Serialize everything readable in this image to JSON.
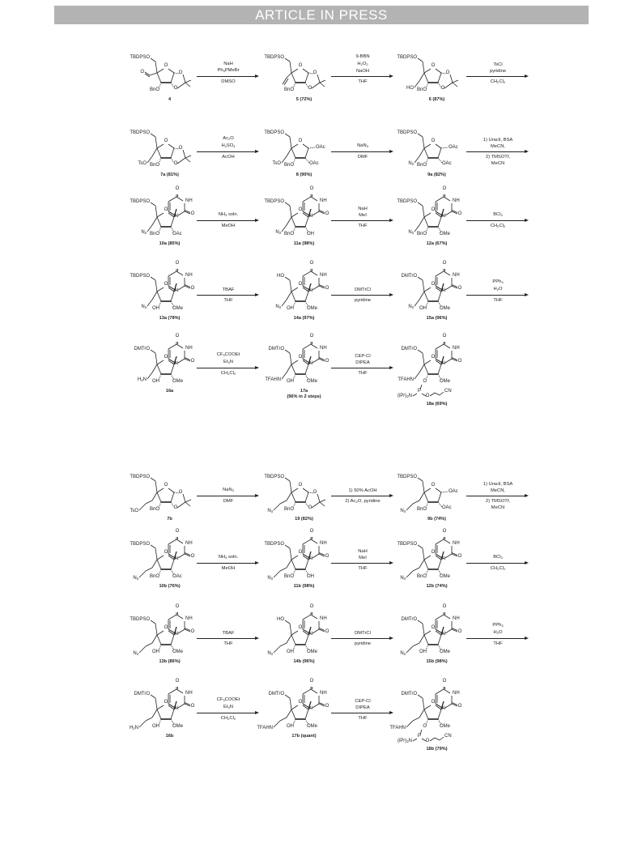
{
  "header": {
    "banner": "ARTICLE IN PRESS"
  },
  "scheme_a": {
    "rows": [
      {
        "compounds": [
          {
            "name": "4",
            "protect": "TBDPSO",
            "top": "O",
            "ring_left": "BnO",
            "sugar": "acetonide",
            "side": "aldehyde"
          },
          {
            "name": "5 (72%)",
            "protect": "TBDPSO",
            "ring_left": "BnO",
            "sugar": "acetonide",
            "side": "vinyl"
          },
          {
            "name": "6 (87%)",
            "protect": "TBDPSO",
            "side_label": "HO",
            "ring_left": "BnO",
            "sugar": "acetonide",
            "side": "ethyl"
          }
        ],
        "arrows": [
          {
            "above": [
              "NaH",
              "Ph3PMeBr"
            ],
            "below": [
              "DMSO"
            ]
          },
          {
            "above": [
              "9-BBN",
              "H2O2",
              "NaOH"
            ],
            "below": [
              "THF"
            ]
          },
          {
            "above": [
              "TsCl",
              "pyridine"
            ],
            "below": [
              "CH2Cl2"
            ]
          }
        ]
      },
      {
        "compounds": [
          {
            "name": "7a (81%)",
            "protect": "TBDPSO",
            "side_label": "TsO",
            "ring_left": "BnO",
            "sugar": "acetonide",
            "side": "ethyl"
          },
          {
            "name": "8 (90%)",
            "protect": "TBDPSO",
            "side_label": "TsO",
            "ring_left": "BnO",
            "sugar": "diacetate",
            "side": "ethyl",
            "oac1": "OAc",
            "oac2": "OAc"
          },
          {
            "name": "9a (82%)",
            "protect": "TBDPSO",
            "side_label": "N3",
            "ring_left": "BnO",
            "sugar": "diacetate",
            "side": "ethyl",
            "oac1": "OAc",
            "oac2": "OAc"
          }
        ],
        "arrows": [
          {
            "above": [
              "Ac2O",
              "H2SO4"
            ],
            "below": [
              "AcOH"
            ]
          },
          {
            "above": [
              "NaN3"
            ],
            "below": [
              "DMF"
            ]
          },
          {
            "above": [
              "1) Uracil, BSA",
              "MeCN,"
            ],
            "below": [
              "2) TMSOTf,",
              "MeCN"
            ]
          }
        ]
      },
      {
        "compounds": [
          {
            "name": "10a (85%)",
            "protect": "TBDPSO",
            "side_label": "N3",
            "ring_left": "BnO",
            "sugar": "uracil",
            "side": "ethyl",
            "ring_right": "OAc"
          },
          {
            "name": "11a (98%)",
            "protect": "TBDPSO",
            "side_label": "N3",
            "ring_left": "BnO",
            "sugar": "uracil",
            "side": "ethyl",
            "ring_right": "OH"
          },
          {
            "name": "12a (67%)",
            "protect": "TBDPSO",
            "side_label": "N3",
            "ring_left": "BnO",
            "sugar": "uracil",
            "side": "ethyl",
            "ring_right": "OMe"
          }
        ],
        "arrows": [
          {
            "above": [
              "NH3 soln."
            ],
            "below": [
              "MeOH"
            ]
          },
          {
            "above": [
              "NaH",
              "MeI"
            ],
            "below": [
              "THF"
            ]
          },
          {
            "above": [
              "BCl3"
            ],
            "below": [
              "CH2Cl2"
            ]
          }
        ]
      },
      {
        "compounds": [
          {
            "name": "13a (78%)",
            "protect": "TBDPSO",
            "side_label": "N3",
            "ring_left": "OH",
            "sugar": "uracil",
            "side": "ethyl",
            "ring_right": "OMe"
          },
          {
            "name": "14a (97%)",
            "protect": "HO",
            "side_label": "N3",
            "ring_left": "OH",
            "sugar": "uracil",
            "side": "ethyl",
            "ring_right": "OMe"
          },
          {
            "name": "15a (96%)",
            "protect": "DMTrO",
            "side_label": "N3",
            "ring_left": "OH",
            "sugar": "uracil",
            "side": "ethyl",
            "ring_right": "OMe"
          }
        ],
        "arrows": [
          {
            "above": [
              "TBAF"
            ],
            "below": [
              "THF"
            ]
          },
          {
            "above": [
              "DMTrCl"
            ],
            "below": [
              "pyridine"
            ]
          },
          {
            "above": [
              "PPh3",
              "H2O"
            ],
            "below": [
              "THF"
            ]
          }
        ]
      },
      {
        "compounds": [
          {
            "name": "16a",
            "protect": "DMTrO",
            "side_label": "H2N",
            "ring_left": "OH",
            "sugar": "uracil",
            "side": "ethyl",
            "ring_right": "OMe"
          },
          {
            "name": "17a",
            "subname": "(96% in  2 steps)",
            "protect": "DMTrO",
            "side_label": "TFAHN",
            "ring_left": "OH",
            "sugar": "uracil",
            "side": "ethyl",
            "ring_right": "OMe"
          },
          {
            "name": "18a (69%)",
            "protect": "DMTrO",
            "side_label": "TFAHN",
            "ring_left": "O",
            "sugar": "uracil",
            "side": "ethyl",
            "ring_right": "OMe",
            "phos": "P",
            "phos_left": "(iPr)2N",
            "phos_right": "O",
            "cn": "CN"
          }
        ],
        "arrows": [
          {
            "above": [
              "CF3COOEt",
              "Et3N"
            ],
            "below": [
              "CH2Cl2"
            ]
          },
          {
            "above": [
              "CEP-Cl",
              "DIPEA"
            ],
            "below": [
              "THF"
            ]
          }
        ]
      }
    ]
  },
  "scheme_b": {
    "rows": [
      {
        "compounds": [
          {
            "name": "7b",
            "protect": "TBDPSO",
            "side_label": "TsO",
            "ring_left": "BnO",
            "sugar": "acetonide",
            "side": "propyl"
          },
          {
            "name": "19 (82%)",
            "protect": "TBDPSO",
            "side_label": "N3",
            "ring_left": "BnO",
            "sugar": "acetonide",
            "side": "propyl"
          },
          {
            "name": "9b (74%)",
            "protect": "TBDPSO",
            "side_label": "N3",
            "ring_left": "BnO",
            "sugar": "diacetate",
            "side": "propyl",
            "oac1": "OAc",
            "oac2": "OAc"
          }
        ],
        "arrows": [
          {
            "above": [
              "NaN3"
            ],
            "below": [
              "DMF"
            ]
          },
          {
            "above": [
              "1) 50% AcOH"
            ],
            "below": [
              "2) Ac2O, pyridine"
            ]
          },
          {
            "above": [
              "1) Uracil, BSA",
              "MeCN,"
            ],
            "below": [
              "2) TMSOTf,",
              "MeCN"
            ]
          }
        ]
      },
      {
        "compounds": [
          {
            "name": "10b (76%)",
            "protect": "TBDPSO",
            "side_label": "N3",
            "ring_left": "BnO",
            "sugar": "uracil",
            "side": "propyl",
            "ring_right": "OAc"
          },
          {
            "name": "11b (98%)",
            "protect": "TBDPSO",
            "side_label": "N3",
            "ring_left": "BnO",
            "sugar": "uracil",
            "side": "propyl",
            "ring_right": "OH"
          },
          {
            "name": "12b (74%)",
            "protect": "TBDPSO",
            "side_label": "N3",
            "ring_left": "BnO",
            "sugar": "uracil",
            "side": "propyl",
            "ring_right": "OMe"
          }
        ],
        "arrows": [
          {
            "above": [
              "NH3 soln."
            ],
            "below": [
              "MeOH"
            ]
          },
          {
            "above": [
              "NaH",
              "MeI"
            ],
            "below": [
              "THF"
            ]
          },
          {
            "above": [
              "BCl3"
            ],
            "below": [
              "CH2Cl2"
            ]
          }
        ]
      },
      {
        "compounds": [
          {
            "name": "13b (86%)",
            "protect": "TBDPSO",
            "side_label": "N3",
            "ring_left": "OH",
            "sugar": "uracil",
            "side": "propyl",
            "ring_right": "OMe"
          },
          {
            "name": "14b (96%)",
            "protect": "HO",
            "side_label": "N3",
            "ring_left": "OH",
            "sugar": "uracil",
            "side": "propyl",
            "ring_right": "OMe"
          },
          {
            "name": "15b (98%)",
            "protect": "DMTrO",
            "side_label": "N3",
            "ring_left": "OH",
            "sugar": "uracil",
            "side": "propyl",
            "ring_right": "OMe"
          }
        ],
        "arrows": [
          {
            "above": [
              "TBAF"
            ],
            "below": [
              "THF"
            ]
          },
          {
            "above": [
              "DMTrCl"
            ],
            "below": [
              "pyridine"
            ]
          },
          {
            "above": [
              "PPh3",
              "H2O"
            ],
            "below": [
              "THF"
            ]
          }
        ]
      },
      {
        "compounds": [
          {
            "name": "16b",
            "protect": "DMTrO",
            "side_label": "H2N",
            "ring_left": "OH",
            "sugar": "uracil",
            "side": "propyl",
            "ring_right": "OMe"
          },
          {
            "name": "17b (quant)",
            "protect": "DMTrO",
            "side_label": "TFAHN",
            "ring_left": "OH",
            "sugar": "uracil",
            "side": "propyl",
            "ring_right": "OMe"
          },
          {
            "name": "18b (79%)",
            "protect": "DMTrO",
            "side_label": "TFAHN",
            "ring_left": "O",
            "sugar": "uracil",
            "side": "propyl",
            "ring_right": "OMe",
            "phos": "P",
            "phos_left": "(iPr)2N",
            "phos_right": "O",
            "cn": "CN"
          }
        ],
        "arrows": [
          {
            "above": [
              "CF3COOEt",
              "Et3N"
            ],
            "below": [
              "CH2Cl2"
            ]
          },
          {
            "above": [
              "CEP-Cl",
              "DIPEA"
            ],
            "below": [
              "THF"
            ]
          }
        ]
      }
    ]
  },
  "atoms": {
    "ring_o": "O",
    "uracil_o": "O",
    "uracil_nh": "NH",
    "uracil_n": "N",
    "acetonide_o": "O"
  }
}
